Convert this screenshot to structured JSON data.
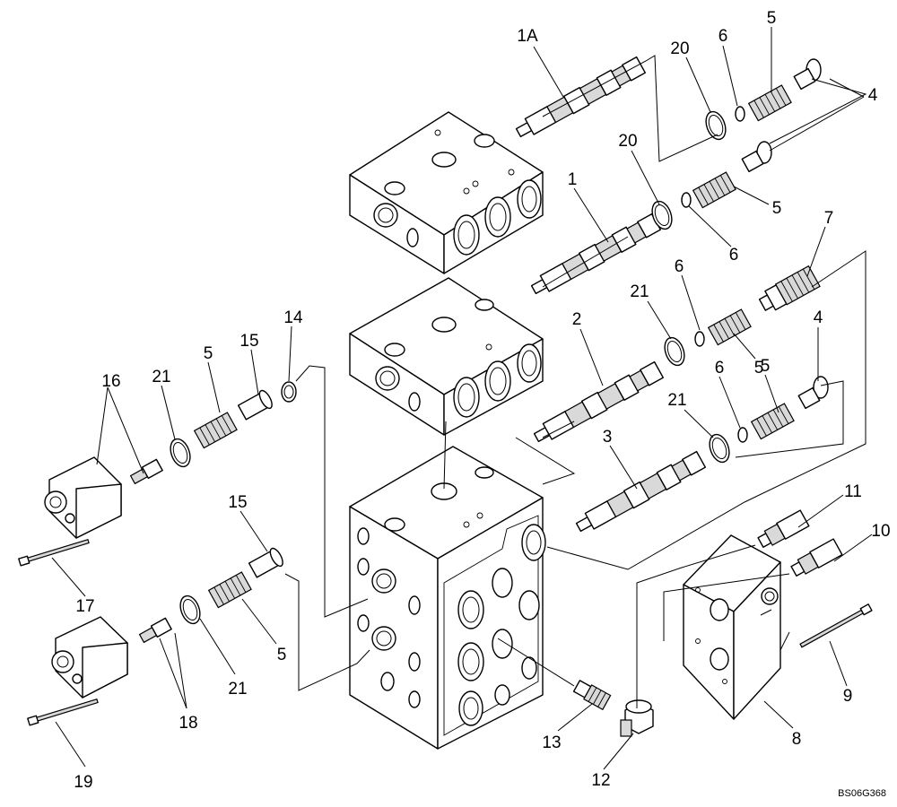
{
  "figure_code": "BS06G368",
  "callouts": {
    "c_1A": "1A",
    "c_20a": "20",
    "c_6a": "6",
    "c_5a": "5",
    "c_4a": "4",
    "c_20b": "20",
    "c_1": "1",
    "c_5b": "5",
    "c_6b": "6",
    "c_7": "7",
    "c_21a": "21",
    "c_6c": "6",
    "c_2": "2",
    "c_4b": "4",
    "c_5c": "5",
    "c_21b": "21",
    "c_6d": "6",
    "c_5d": "5",
    "c_3": "3",
    "c_16": "16",
    "c_21c": "21",
    "c_5e": "5",
    "c_15a": "15",
    "c_14": "14",
    "c_17": "17",
    "c_15b": "15",
    "c_5f": "5",
    "c_21d": "21",
    "c_18": "18",
    "c_19": "19",
    "c_11": "11",
    "c_10": "10",
    "c_9": "9",
    "c_8": "8",
    "c_13": "13",
    "c_12": "12"
  }
}
